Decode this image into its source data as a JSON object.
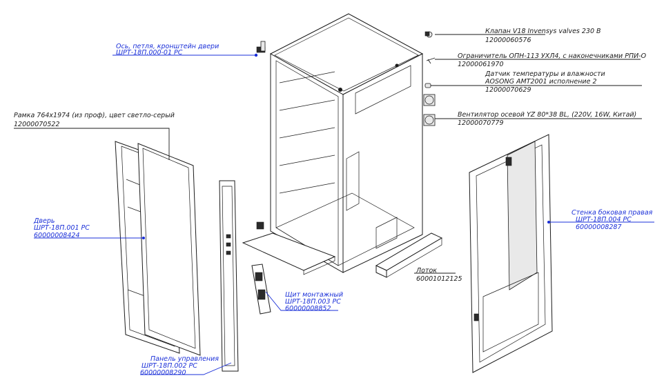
{
  "callouts": {
    "hinge": {
      "name": "Ось, петля, кронштейн двери",
      "code": "ШРТ-18П.000-01 РС",
      "color": "#1a2fd8"
    },
    "frame": {
      "name": "Рамка 764х1974 (из проф), цвет светло-серый",
      "code": "12000070522",
      "color": "#1a1a1a"
    },
    "door": {
      "name": "Дверь",
      "code": "ШРТ-18П.001 РС",
      "id": "60000008424",
      "color": "#1a2fd8"
    },
    "valve": {
      "name": "Клапан V18 Invensys valves 230 В",
      "code": "12000060576",
      "color": "#1a1a1a"
    },
    "limiter": {
      "name": "Ограничитель ОПН-113 УХЛ4, с наконечниками РПИ-О",
      "code": "12000061970",
      "color": "#1a1a1a"
    },
    "sensor": {
      "name": "Датчик температуры и влажности",
      "name2": "AOSONG AMT2001 исполнение 2",
      "code": "12000070629",
      "color": "#1a1a1a"
    },
    "fan": {
      "name": "Вентилятор осевой YZ 80*38 BL, (220V, 16W, Китай)",
      "code": "12000070779",
      "color": "#1a1a1a"
    },
    "side_wall": {
      "name": "Стенка боковая правая",
      "code": "ШРТ-18П.004 РС",
      "id": "60000008287",
      "color": "#1a2fd8"
    },
    "tray": {
      "name": "Лоток",
      "code": "60001012125",
      "color": "#1a1a1a"
    },
    "mount_panel": {
      "name": "Щит монтажный",
      "code": "ШРТ-18П.003 РС",
      "id": "60000008852",
      "color": "#1a2fd8"
    },
    "control_panel": {
      "name": "Панель управления",
      "code": "ШРТ-18П.002 РС",
      "id": "60000008290",
      "color": "#1a2fd8"
    }
  },
  "icons": [
    "hinge-icon",
    "valve-icon",
    "limiter-icon",
    "sensor-icon",
    "fan-icon"
  ]
}
